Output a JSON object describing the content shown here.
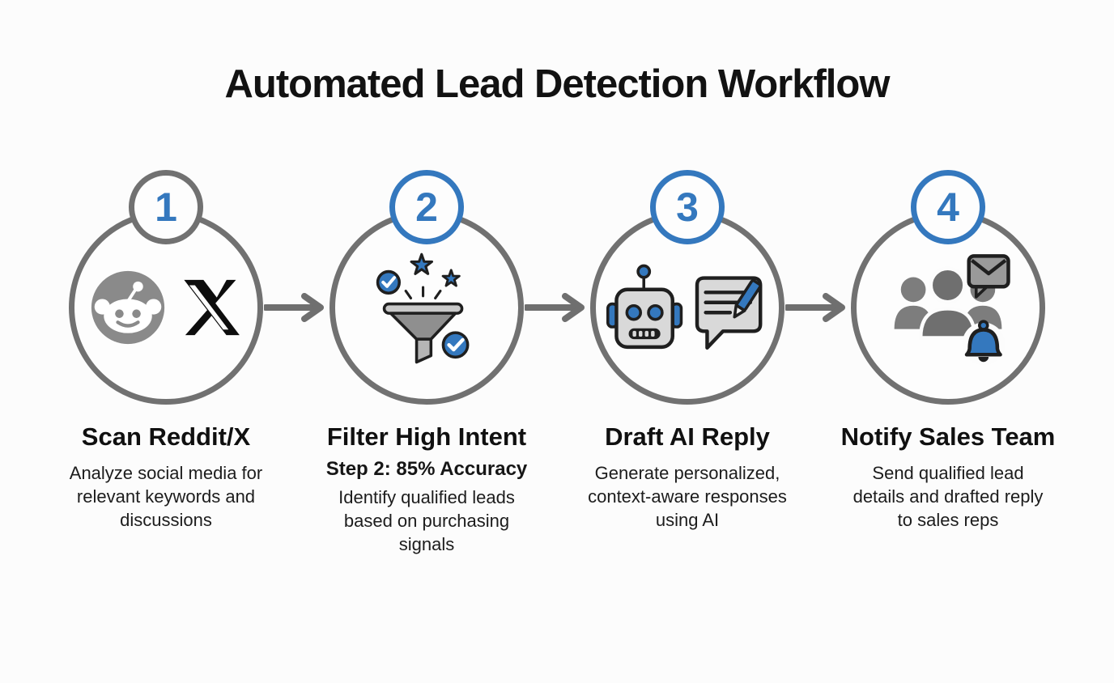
{
  "title": "Automated Lead Detection Workflow",
  "colors": {
    "accent_blue": "#3478be",
    "circle_gray": "#717171",
    "icon_outline": "#1f1f1f"
  },
  "steps": [
    {
      "number": "1",
      "heading": "Scan Reddit/X",
      "description_lines": [
        "Analyze social media for",
        "relevant keywords and",
        "discussions"
      ],
      "icons": [
        "reddit-icon",
        "x-logo-icon"
      ]
    },
    {
      "number": "2",
      "heading": "Filter High Intent",
      "subheading": "Step 2: 85% Accuracy",
      "description_lines": [
        "Identify qualified leads",
        "based on purchasing",
        "signals"
      ],
      "icons": [
        "funnel-icon",
        "star-icons",
        "checkmark-icons"
      ]
    },
    {
      "number": "3",
      "heading": "Draft AI Reply",
      "description_lines": [
        "Generate personalized,",
        "context-aware responses",
        "using AI"
      ],
      "icons": [
        "robot-icon",
        "chat-edit-icon"
      ]
    },
    {
      "number": "4",
      "heading": "Notify Sales Team",
      "description_lines": [
        "Send qualified lead",
        "details and drafted reply",
        "to sales reps"
      ],
      "icons": [
        "team-icon",
        "email-icon",
        "bell-icon"
      ]
    }
  ]
}
